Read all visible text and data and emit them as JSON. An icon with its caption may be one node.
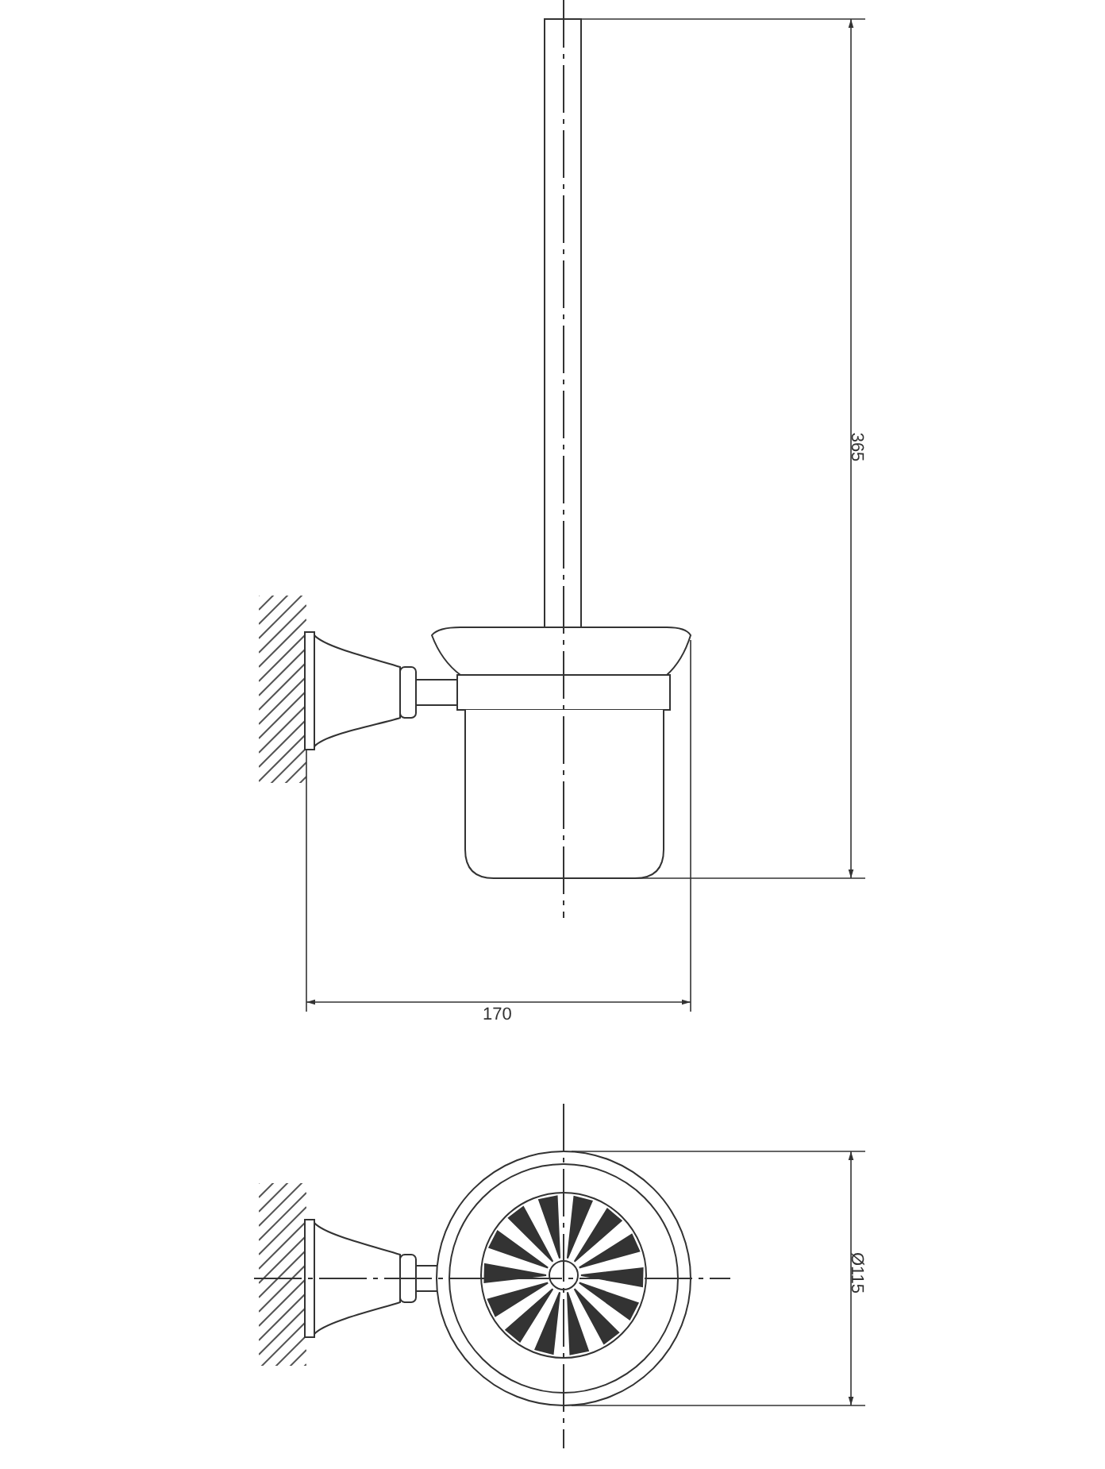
{
  "diagram": {
    "labels": [
      "365",
      "170",
      "Ø115"
    ]
  }
}
